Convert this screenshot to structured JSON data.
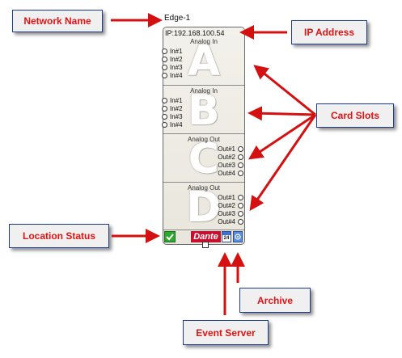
{
  "callouts": {
    "network_name": "Network Name",
    "ip_address": "IP Address",
    "card_slots": "Card Slots",
    "location_status": "Location Status",
    "archive": "Archive",
    "event_server": "Event Server"
  },
  "device": {
    "name": "Edge-1",
    "ip": "IP:192.168.100.54",
    "slots": [
      {
        "letter": "A",
        "title": "Analog In",
        "ports": [
          "In#1",
          "In#2",
          "In#3",
          "In#4"
        ]
      },
      {
        "letter": "B",
        "title": "Analog In",
        "ports": [
          "In#1",
          "In#2",
          "In#3",
          "In#4"
        ]
      },
      {
        "letter": "C",
        "title": "Analog Out",
        "ports": [
          "Out#1",
          "Out#2",
          "Out#3",
          "Out#4"
        ]
      },
      {
        "letter": "D",
        "title": "Analog Out",
        "ports": [
          "Out#1",
          "Out#2",
          "Out#3",
          "Out#4"
        ]
      }
    ],
    "status": {
      "dante_label": "Dante",
      "calendar_day": "24"
    }
  },
  "colors": {
    "callout_text": "#e11414",
    "arrow": "#d41010",
    "callout_border": "#1f3d8f",
    "status_green": "#2fa82f",
    "dante_red": "#c8102e"
  },
  "icons": {
    "status": "checkmark-icon",
    "event_server": "calendar-icon",
    "archive": "archive-icon"
  }
}
